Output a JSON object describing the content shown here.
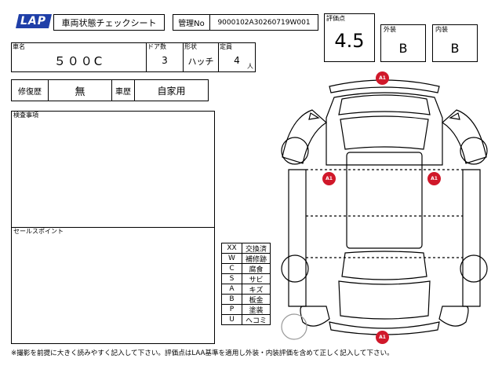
{
  "header": {
    "logo_text": "LAP",
    "title": "車両状態チェックシート",
    "mgmt_label": "管理No",
    "mgmt_value": "9000102A30260719W001"
  },
  "scores": {
    "rating_label": "評価点",
    "rating_value": "4.5",
    "exterior_label": "外装",
    "exterior_value": "B",
    "interior_label": "内装",
    "interior_value": "B"
  },
  "vehicle": {
    "name_label": "車名",
    "name_value": "５００C",
    "doors_label": "ドア数",
    "doors_value": "3",
    "shape_label": "形状",
    "shape_value": "ハッチ",
    "capacity_label": "定員",
    "capacity_value": "4",
    "capacity_unit": "人"
  },
  "history": {
    "repair_label": "修復歴",
    "repair_value": "無",
    "usage_label": "車歴",
    "usage_value": "自家用"
  },
  "inspection": {
    "label": "検査事項"
  },
  "sales": {
    "label": "セールスポイント"
  },
  "legend": [
    {
      "code": "XX",
      "meaning": "交換済"
    },
    {
      "code": "W",
      "meaning": "補修跡"
    },
    {
      "code": "C",
      "meaning": "腐食"
    },
    {
      "code": "S",
      "meaning": "サビ"
    },
    {
      "code": "A",
      "meaning": "キズ"
    },
    {
      "code": "B",
      "meaning": "板金"
    },
    {
      "code": "P",
      "meaning": "塗装"
    },
    {
      "code": "U",
      "meaning": "ヘコミ"
    }
  ],
  "damage_marks": [
    "A1",
    "A1",
    "A1",
    "A1"
  ],
  "mark_color": "#d0182a",
  "brand_color": "#1f3fa8",
  "footer": "※撮影を前提に大きく読みやすく記入して下さい。評価点はLAA基準を適用し外装・内装評価を含めて正しく記入して下さい。"
}
